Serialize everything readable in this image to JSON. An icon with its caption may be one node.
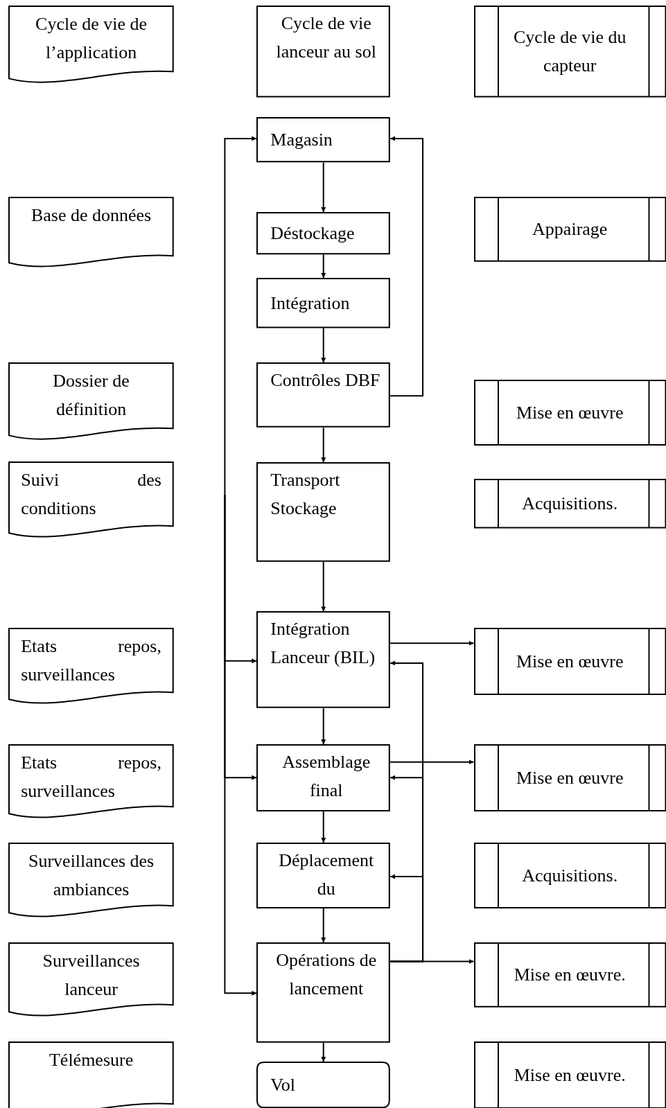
{
  "diagram": {
    "nodes": [
      {
        "text": [
          "Cycle de vie de l’application"
        ]
      },
      {
        "text": [
          "Cycle de vie lanceur au sol"
        ]
      },
      {
        "text": [
          "Cycle de vie du capteur"
        ]
      },
      {
        "text": [
          "Magasin"
        ]
      },
      {
        "text": [
          "Base de données"
        ]
      },
      {
        "text": [
          "Déstockage"
        ]
      },
      {
        "text": [
          "Appairage"
        ]
      },
      {
        "text": [
          "Intégration"
        ]
      },
      {
        "text": [
          "Dossier de définition"
        ]
      },
      {
        "text": [
          "Contrôles DBF"
        ]
      },
      {
        "text": [
          "Mise en œuvre"
        ]
      },
      {
        "text": [
          "Suivi des conditions"
        ]
      },
      {
        "text": [
          "Transport Stockage"
        ]
      },
      {
        "text": [
          "Acquisitions."
        ]
      },
      {
        "text": [
          "Etats repos, surveillances"
        ]
      },
      {
        "text": [
          "Intégration Lanceur (BIL)"
        ]
      },
      {
        "text": [
          "Mise en œuvre"
        ]
      },
      {
        "text": [
          "Etats repos, surveillances"
        ]
      },
      {
        "text": [
          "Assemblage final"
        ]
      },
      {
        "text": [
          "Mise en œuvre"
        ]
      },
      {
        "text": [
          "Surveillances des ambiances"
        ]
      },
      {
        "text": [
          "Déplacement du"
        ]
      },
      {
        "text": [
          "Acquisitions."
        ]
      },
      {
        "text": [
          "Surveillances lanceur"
        ]
      },
      {
        "text": [
          "Opérations de lancement"
        ]
      },
      {
        "text": [
          "Mise en œuvre."
        ]
      },
      {
        "text": [
          "Télémesure"
        ]
      },
      {
        "text": [
          "Vol"
        ]
      },
      {
        "text": [
          "Mise en œuvre."
        ]
      }
    ],
    "edges": [
      {
        "from": 3,
        "to": 5,
        "arrow": "to"
      },
      {
        "from": 5,
        "to": 7,
        "arrow": "to"
      },
      {
        "from": 7,
        "to": 9,
        "arrow": "to"
      },
      {
        "from": 9,
        "to": 3,
        "arrow": "to"
      },
      {
        "from": 9,
        "to": 12,
        "arrow": "to"
      },
      {
        "from": null,
        "to": 3,
        "arrow": "to"
      },
      {
        "from": 12,
        "to": 15,
        "arrow": "to"
      },
      {
        "from": null,
        "to": 15,
        "arrow": "to"
      },
      {
        "from": 15,
        "to": 16,
        "arrow": "to"
      },
      {
        "from": 24,
        "to": 15,
        "arrow": "to"
      },
      {
        "from": 15,
        "to": 18,
        "arrow": "to"
      },
      {
        "from": null,
        "to": 18,
        "arrow": "to"
      },
      {
        "from": 18,
        "to": 19,
        "arrow": "to"
      },
      {
        "from": 24,
        "to": 18,
        "arrow": "to"
      },
      {
        "from": 18,
        "to": 21,
        "arrow": "to"
      },
      {
        "from": 24,
        "to": 21,
        "arrow": "to"
      },
      {
        "from": 21,
        "to": 24,
        "arrow": "to"
      },
      {
        "from": null,
        "to": 24,
        "arrow": "to"
      },
      {
        "from": 24,
        "to": 25,
        "arrow": "to"
      },
      {
        "from": 24,
        "to": 27,
        "arrow": "to"
      }
    ]
  }
}
